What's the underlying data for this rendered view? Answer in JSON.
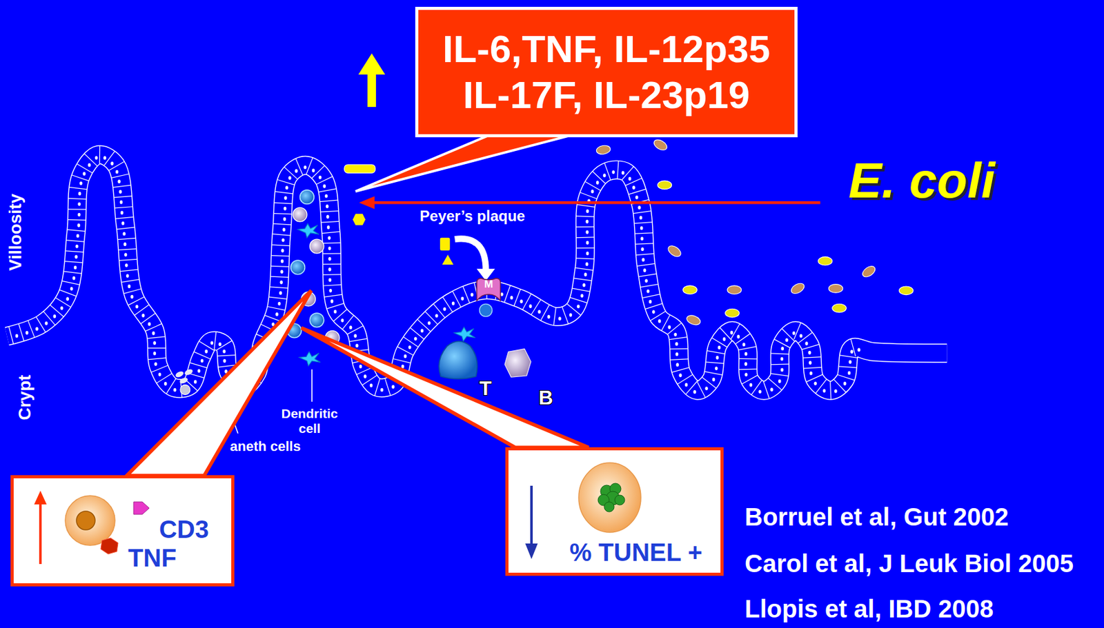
{
  "diagram": {
    "nodes": [
      {
        "text": [
          "IL-6,TNF, IL-12p35 IL-17F, IL-23p19"
        ]
      },
      {
        "text": [
          "M"
        ]
      },
      {
        "text": [
          "CD3",
          "TNF"
        ]
      },
      {
        "text": [
          "% TUNEL +"
        ]
      }
    ],
    "labels": [
      "E. coli",
      "Peyer’s plaque",
      "Villoosity",
      "Crypt",
      "T",
      "B",
      "Dendritic cell",
      "aneth cells",
      "Borruel et al, Gut 2002",
      "Carol et al, J Leuk Biol 2005",
      "Llopis et al, IBD 2008"
    ]
  }
}
